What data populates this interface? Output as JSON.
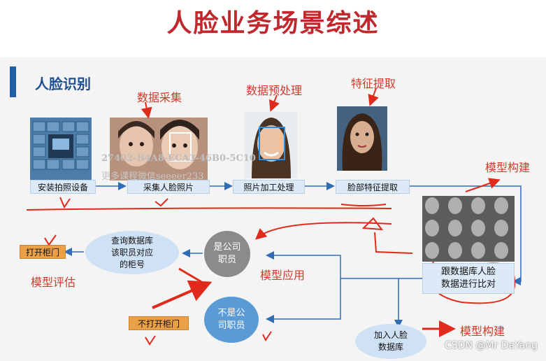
{
  "title": "人脸业务场景综述",
  "section": {
    "title": "人脸识别"
  },
  "annotations": {
    "data_collection": "数据采集",
    "preprocessing": "数据预处理",
    "feature_extraction": "特征提取",
    "model_build_top": "模型构建",
    "model_application": "模型应用",
    "model_evaluation": "模型评估",
    "model_build_bottom": "模型构建"
  },
  "steps": {
    "install_camera": "安装拍照设备",
    "capture_photo": "采集人脸照片",
    "photo_processing": "照片加工处理",
    "feature_extract": "脸部特征提取",
    "compare_db": [
      "跟数据库人脸",
      "数据进行比对"
    ],
    "is_employee": [
      "是公司",
      "职员"
    ],
    "not_employee": [
      "不是公",
      "司职员"
    ],
    "query_db": [
      "查询数据库",
      "该职员对应",
      "的柜号"
    ],
    "open_locker": "打开柜门",
    "no_open_locker": "不打开柜门",
    "add_face_db": [
      "加入人脸",
      "数据库"
    ]
  },
  "watermark": {
    "line1": "27402-B4A8-ECA3-46B0-5C10",
    "line2": "更多课程微信seeeer233"
  },
  "credit": "CSDN @Mr DaYang",
  "colors": {
    "title_red": "#c0282d",
    "annotation_red": "#d13a2a",
    "section_blue": "#1d4f91",
    "box_blue": "#dce9f7",
    "orange": "#eaa047",
    "gray_circle": "#8b8b8b",
    "blue_circle": "#5b9bd5"
  }
}
